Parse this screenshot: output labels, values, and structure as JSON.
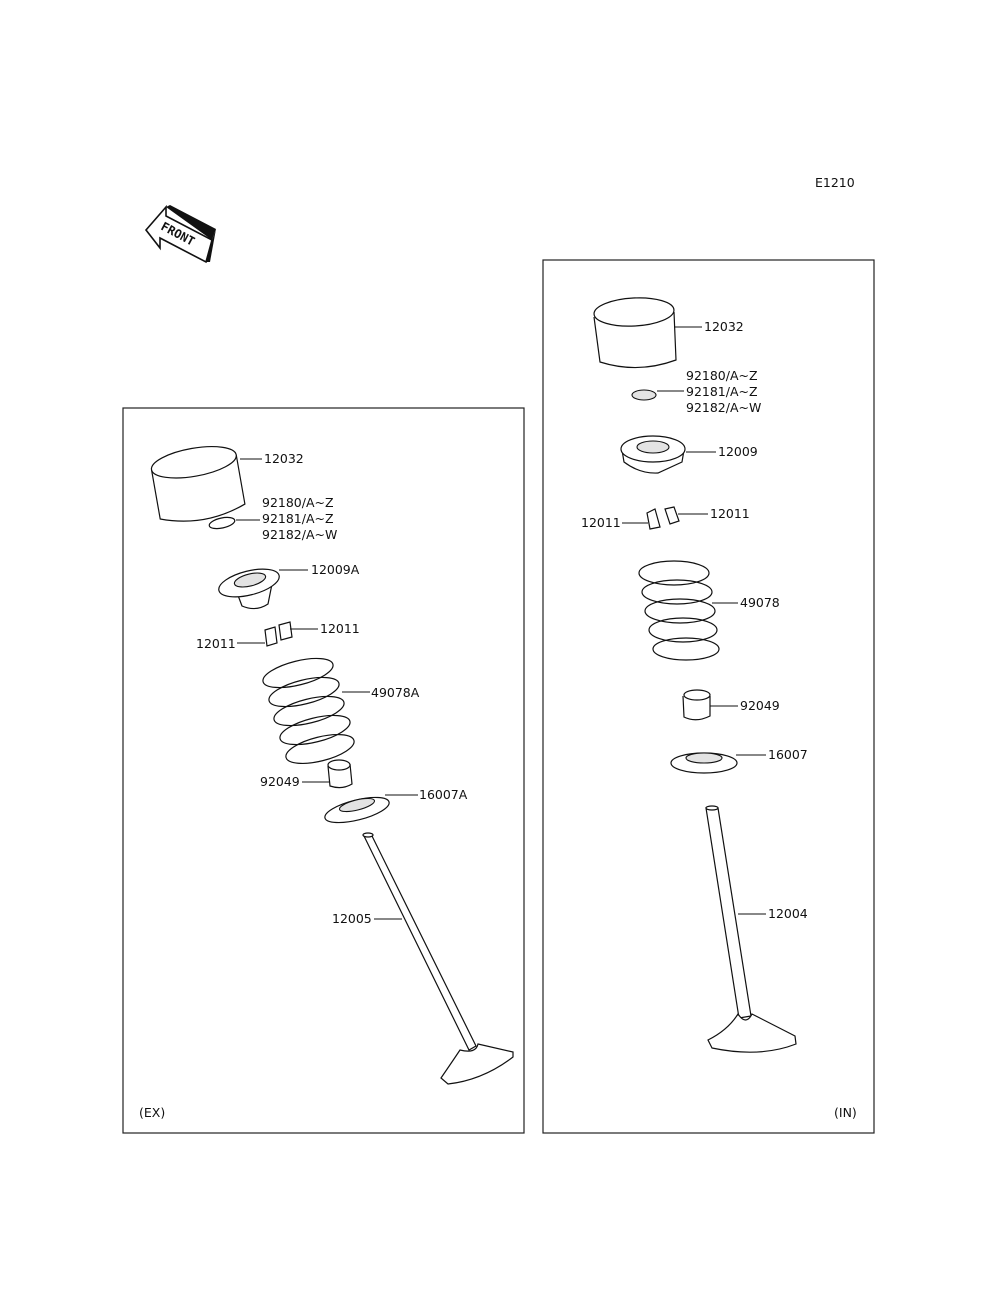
{
  "diagram_code": "E1210",
  "front_label": "FRONT",
  "panels": {
    "exhaust": {
      "tag": "(EX)",
      "parts": {
        "tappet": "12032",
        "shim_1": "92180/A~Z",
        "shim_2": "92181/A~Z",
        "shim_3": "92182/A~W",
        "retainer": "12009A",
        "cotter_right": "12011",
        "cotter_left": "12011",
        "spring": "49078A",
        "seal": "92049",
        "seat": "16007A",
        "valve": "12005"
      }
    },
    "intake": {
      "tag": "(IN)",
      "parts": {
        "tappet": "12032",
        "shim_1": "92180/A~Z",
        "shim_2": "92181/A~Z",
        "shim_3": "92182/A~W",
        "retainer": "12009",
        "cotter_right": "12011",
        "cotter_left": "12011",
        "spring": "49078",
        "seal": "92049",
        "seat": "16007",
        "valve": "12004"
      }
    }
  },
  "colors": {
    "line": "#111111",
    "shade": "#e3e3e3",
    "background": "#ffffff"
  }
}
